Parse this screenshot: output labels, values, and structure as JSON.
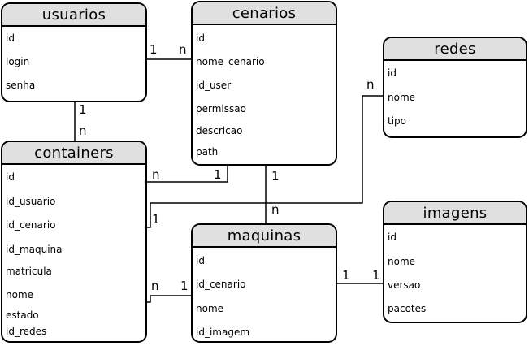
{
  "entities": {
    "usuarios": {
      "name": "usuarios",
      "fields": [
        "id",
        "login",
        "senha"
      ]
    },
    "cenarios": {
      "name": "cenarios",
      "fields": [
        "id",
        "nome_cenario",
        "id_user",
        "permissao",
        "descricao",
        "path"
      ]
    },
    "redes": {
      "name": "redes",
      "fields": [
        "id",
        "nome",
        "tipo"
      ]
    },
    "containers": {
      "name": "containers",
      "fields": [
        "id",
        "id_usuario",
        "id_cenario",
        "id_maquina",
        "matricula",
        "nome",
        "estado",
        "id_redes"
      ]
    },
    "maquinas": {
      "name": "maquinas",
      "fields": [
        "id",
        "id_cenario",
        "nome",
        "id_imagem"
      ]
    },
    "imagens": {
      "name": "imagens",
      "fields": [
        "id",
        "nome",
        "versao",
        "pacotes"
      ]
    }
  },
  "relationships": [
    {
      "name": "usuarios-cenarios",
      "from": "usuarios",
      "to": "cenarios",
      "from_card": "1",
      "to_card": "n"
    },
    {
      "name": "usuarios-containers",
      "from": "usuarios",
      "to": "containers",
      "from_card": "1",
      "to_card": "n"
    },
    {
      "name": "cenarios-containers",
      "from": "cenarios",
      "to": "containers",
      "from_card": "1",
      "to_card": "n"
    },
    {
      "name": "cenarios-maquinas",
      "from": "cenarios",
      "to": "maquinas",
      "from_card": "1",
      "to_card": "n"
    },
    {
      "name": "redes-containers",
      "from": "redes",
      "to": "containers",
      "from_card": "n",
      "to_card": "1"
    },
    {
      "name": "maquinas-containers",
      "from": "maquinas",
      "to": "containers",
      "from_card": "1",
      "to_card": "n"
    },
    {
      "name": "imagens-maquinas",
      "from": "imagens",
      "to": "maquinas",
      "from_card": "1",
      "to_card": "1"
    }
  ]
}
